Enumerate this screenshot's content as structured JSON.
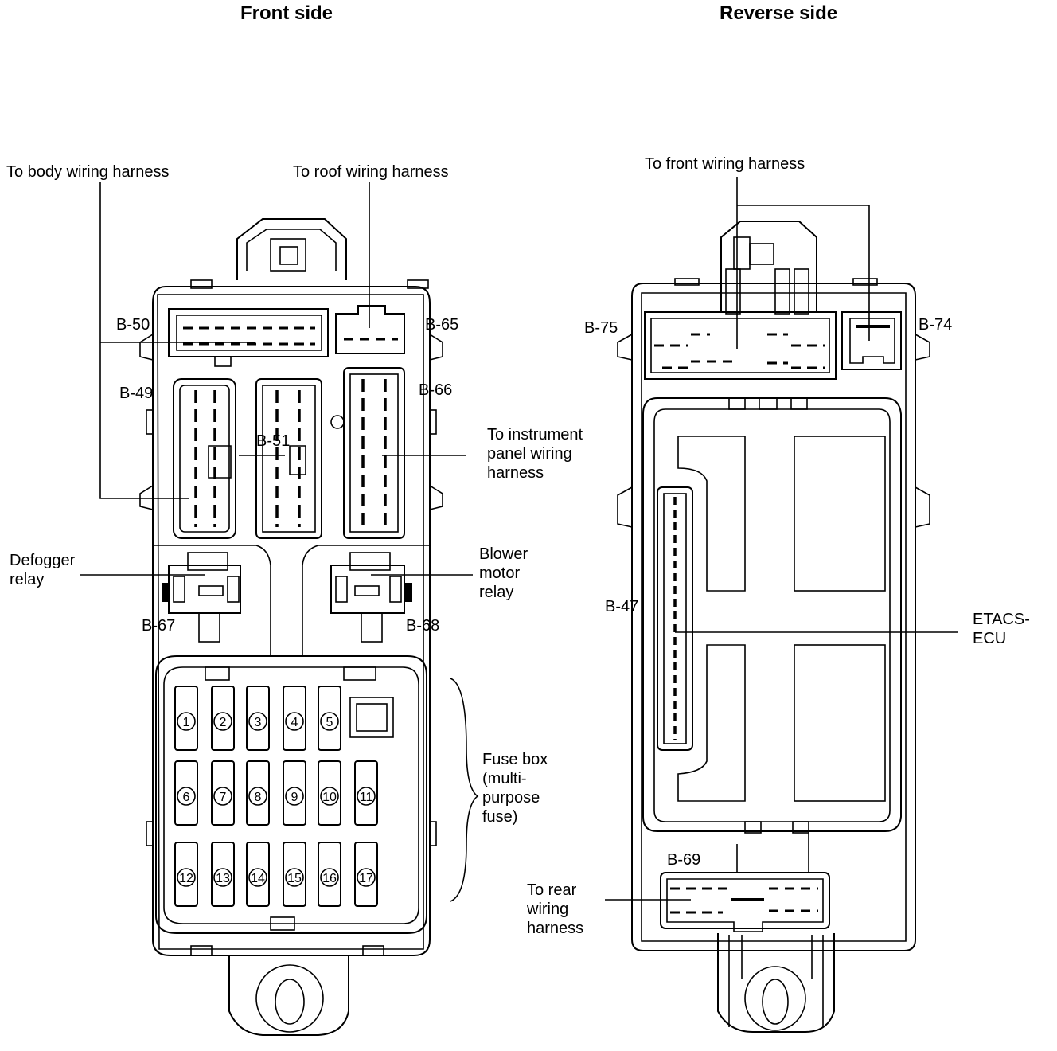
{
  "titles": {
    "front": "Front side",
    "reverse": "Reverse side"
  },
  "front": {
    "body_harness": "To body wiring harness",
    "roof_harness": "To roof wiring harness",
    "instrument_harness": [
      "To instrument",
      "panel  wiring",
      "harness"
    ],
    "defogger_relay": [
      "Defogger",
      "relay"
    ],
    "blower_relay": [
      "Blower",
      "motor",
      "relay"
    ],
    "fuse_box": [
      "Fuse box",
      "(multi-",
      "purpose",
      "fuse)"
    ],
    "connectors": {
      "b50": "B-50",
      "b65": "B-65",
      "b49": "B-49",
      "b66": "B-66",
      "b51": "B-51",
      "b67": "B-67",
      "b68": "B-68"
    },
    "fuses": [
      [
        "1",
        "2",
        "3",
        "4",
        "5"
      ],
      [
        "6",
        "7",
        "8",
        "9",
        "10",
        "11"
      ],
      [
        "12",
        "13",
        "14",
        "15",
        "16",
        "17"
      ]
    ]
  },
  "reverse": {
    "front_harness": "To front wiring harness",
    "etacs": [
      "ETACS-",
      "ECU"
    ],
    "rear_harness": [
      "To   rear",
      "wiring",
      "harness"
    ],
    "connectors": {
      "b75": "B-75",
      "b74": "B-74",
      "b47": "B-47",
      "b69": "B-69"
    }
  }
}
